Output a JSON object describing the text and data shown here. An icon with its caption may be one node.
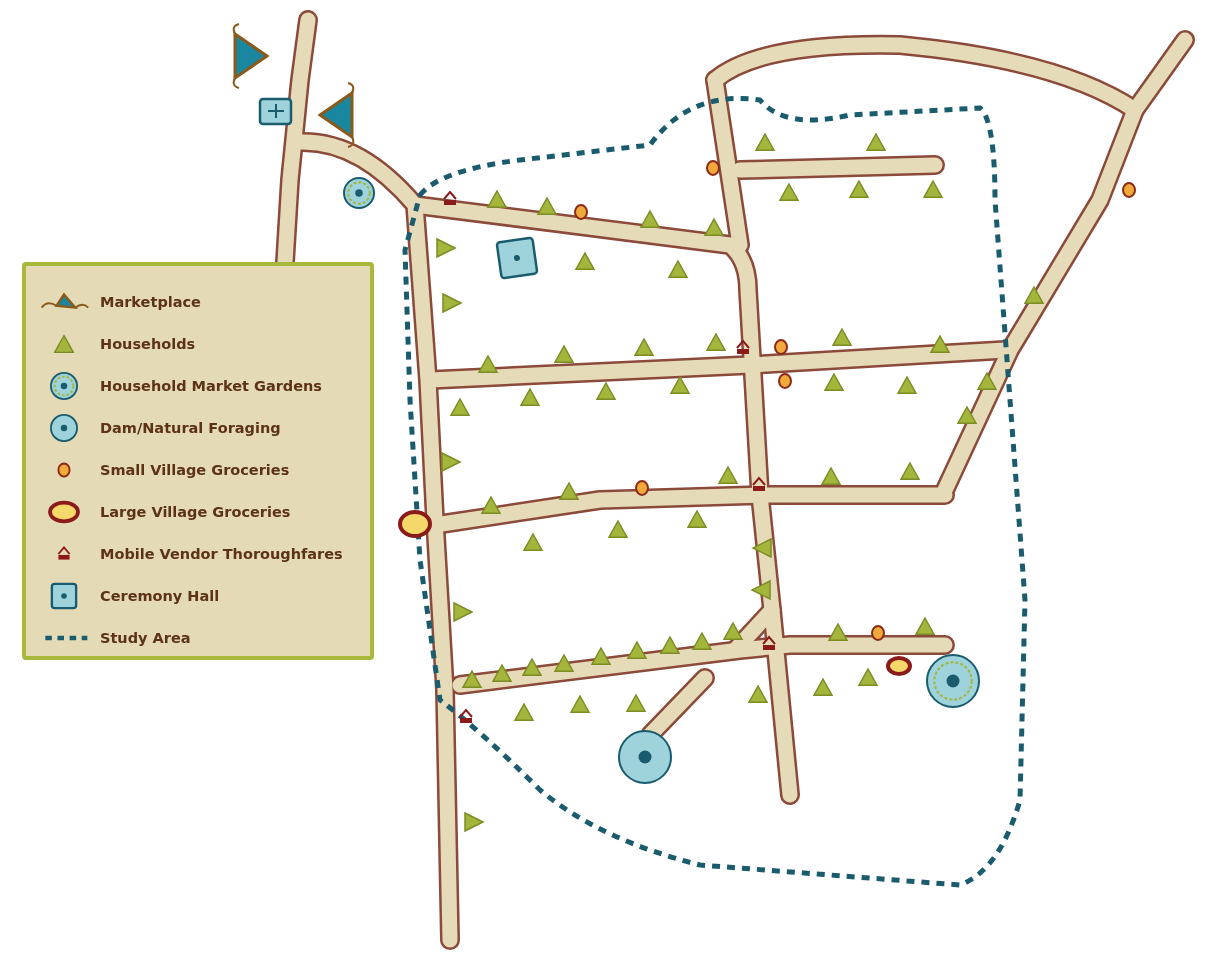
{
  "diagram": {
    "legend": [
      {
        "text": "Marketplace"
      },
      {
        "text": "Households"
      },
      {
        "text": "Household Market Gardens"
      },
      {
        "text": "Dam/Natural Foraging"
      },
      {
        "text": "Small Village Groceries"
      },
      {
        "text": "Large Village Groceries"
      },
      {
        "text": "Mobile Vendor Thoroughfares"
      },
      {
        "text": "Ceremony Hall"
      },
      {
        "text": "Study Area"
      }
    ]
  }
}
